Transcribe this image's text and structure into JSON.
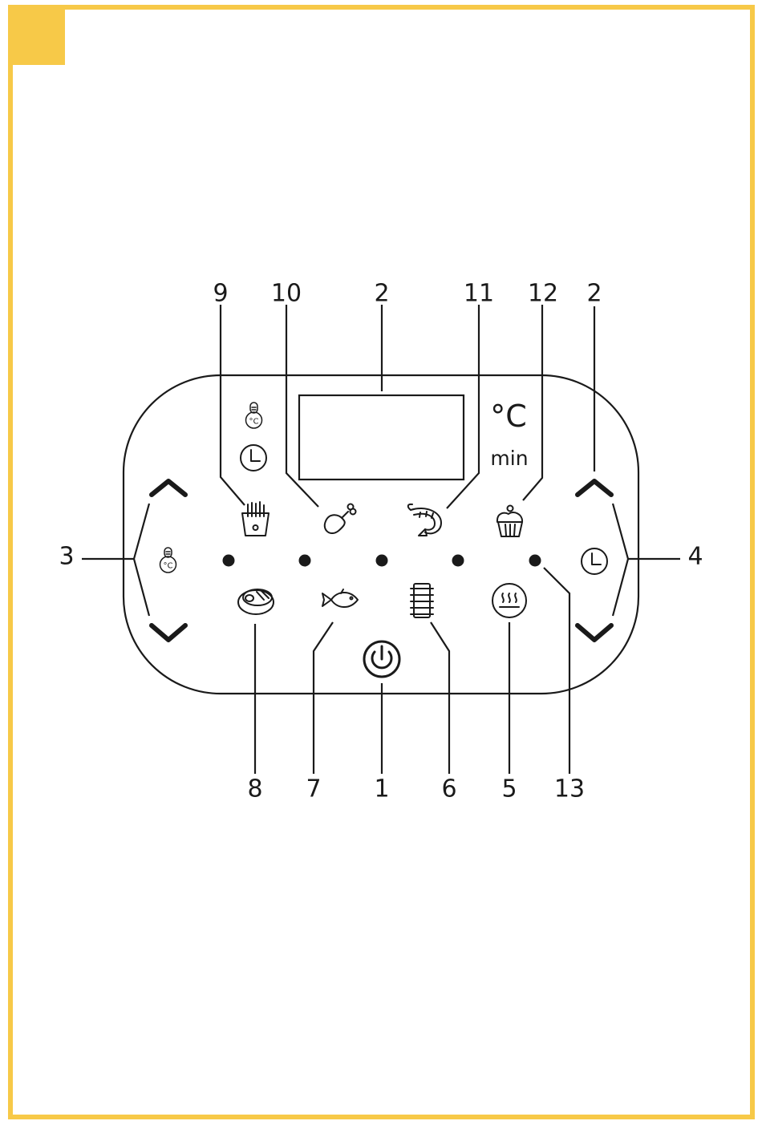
{
  "colors": {
    "accent": "#f7c948",
    "ink": "#1a1a1a",
    "background": "#ffffff"
  },
  "panel": {
    "units": {
      "temperature": "°C",
      "time": "min"
    },
    "icons": [
      "thermometer-icon",
      "clock-icon",
      "fries-icon",
      "chicken-leg-icon",
      "shrimp-icon",
      "cupcake-icon",
      "steak-icon",
      "fish-icon",
      "ribs-icon",
      "keep-warm-icon",
      "power-icon",
      "chevron-up-icon",
      "chevron-down-icon"
    ]
  },
  "callouts": {
    "top": [
      "9",
      "10",
      "2",
      "11",
      "12",
      "2"
    ],
    "side_left": "3",
    "side_right": "4",
    "bottom": [
      "8",
      "7",
      "1",
      "6",
      "5",
      "13"
    ]
  }
}
